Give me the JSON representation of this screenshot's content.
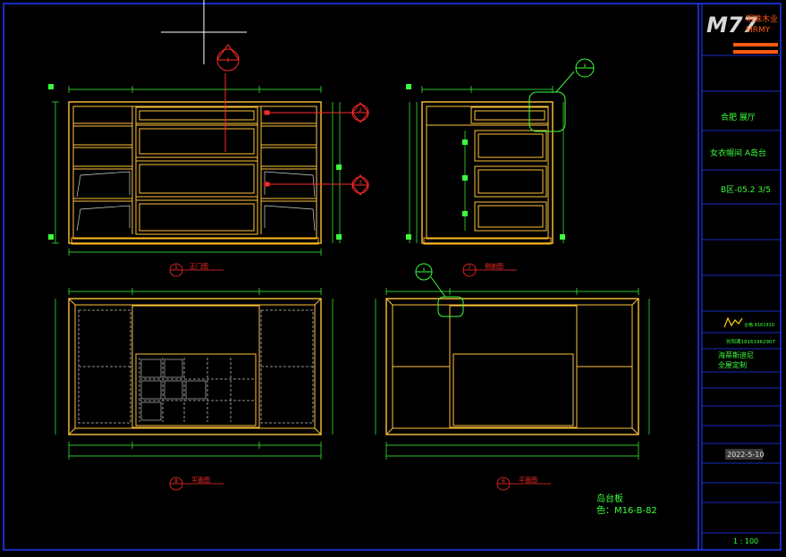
{
  "title_block": {
    "logo_text": "M77",
    "company_cn": "明珠木业",
    "company_en": "MRMY",
    "project": "合肥 展厅",
    "drawing_name": "女衣帽间  A岛台",
    "sheet": "B区-05.2   3/5",
    "designer_name": "刘阳满18161962907",
    "signature_note": "合格:9161910",
    "dealer_line1": "海蒂斯迪尼",
    "dealer_line2": "全屋定制",
    "date": "2022-5-10",
    "scale": "1 : 100"
  },
  "views": [
    {
      "id": "view-front",
      "number": "5",
      "title": "正门图"
    },
    {
      "id": "view-side",
      "number": "7",
      "title": "侧剖图"
    },
    {
      "id": "view-plan",
      "number": "8",
      "title": "平面图"
    },
    {
      "id": "view-back",
      "number": "6",
      "title": "平面图"
    }
  ],
  "notes": {
    "material_line1": "岛台板",
    "material_line2": "色：M16-B-82"
  },
  "markers": {
    "m1": "1",
    "m2": "2",
    "m3": "3",
    "m4": "8",
    "m5": "9"
  },
  "colors": {
    "background": "#000000",
    "frame": "#1e3cff",
    "furniture": "#ffc23a",
    "dimension": "#3cff3c",
    "annotation": "#ff2a2a",
    "hidden": "#c0c0c0",
    "logo_accent": "#ff5a10"
  }
}
